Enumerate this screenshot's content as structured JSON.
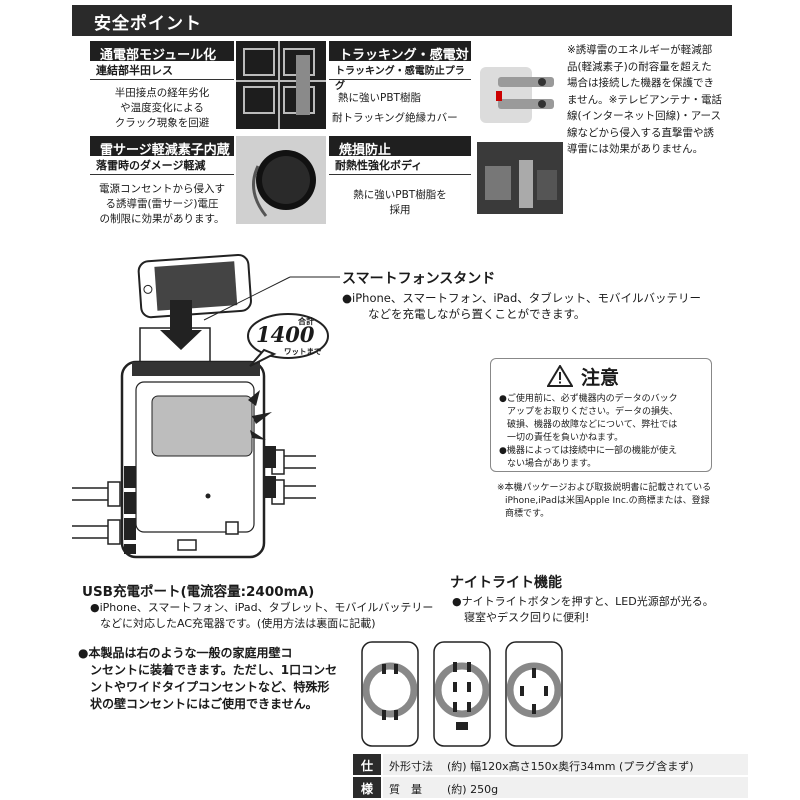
{
  "header": {
    "title": "安全ポイント"
  },
  "safety": {
    "p1": {
      "title": "通電部モジュール化",
      "sub": "連結部半田レス",
      "body": [
        "半田接点の経年劣化",
        "や温度変化による",
        "クラック現象を回避"
      ]
    },
    "p2": {
      "title": "トラッキング・感電対策",
      "sub": "トラッキング・感電防止プラグ",
      "callouts": [
        "熱に強いPBT樹脂",
        "耐トラッキング絶縁カバー"
      ]
    },
    "p3": {
      "title": "雷サージ軽減素子内蔵",
      "sub": "落雷時のダメージ軽減",
      "body": [
        "電源コンセントから侵入す",
        "る誘導雷(雷サージ)電圧",
        "の制限に効果があります。"
      ]
    },
    "p4": {
      "title": "焼損防止",
      "sub": "耐熱性強化ボディ",
      "body": [
        "熱に強いPBT樹脂を",
        "採用"
      ]
    },
    "note": [
      "※誘導雷のエネルギーが軽減部",
      "品(軽減素子)の耐容量を超えた",
      "場合は接続した機器を保護でき",
      "ません。※テレビアンテナ・電話",
      "線(インターネット回線)・アース",
      "線などから侵入する直撃雷や誘",
      "導雷には効果がありません。"
    ]
  },
  "badge": {
    "top": "合計",
    "number": "1400",
    "unit": "ワットまで"
  },
  "features": {
    "stand": {
      "title": "スマートフォンスタンド",
      "lines": [
        "●iPhone、スマートフォン、iPad、タブレット、モバイルバッテリー",
        "などを充電しながら置くことができます。"
      ]
    },
    "usb": {
      "title": "USB充電ポート(電流容量:2400mA)",
      "lines": [
        "●iPhone、スマートフォン、iPad、タブレット、モバイルバッテリー",
        "などに対応したAC充電器です。(使用方法は裏面に記載)"
      ]
    },
    "night": {
      "title": "ナイトライト機能",
      "lines": [
        "●ナイトライトボタンを押すと、LED光源部が光る。",
        "寝室やデスク回りに便利!"
      ]
    },
    "wall": [
      "●本製品は右のような一般の家庭用壁コ",
      "ンセントに装着できます。ただし、1口コンセ",
      "ントやワイドタイプコンセントなど、特殊形",
      "状の壁コンセントにはご使用できません。"
    ]
  },
  "warning": {
    "title": "注意",
    "lines": [
      "●ご使用前に、必ず機器内のデータのバック",
      "アップをお取りください。データの損失、",
      "破損、機器の故障などについて、弊社では",
      "一切の責任を負いかねます。",
      "●機器によっては接続中に一部の機能が使え",
      "ない場合があります。"
    ]
  },
  "trademark": [
    "※本機パッケージおよび取扱説明書に記載されている",
    "iPhone,iPadは米国Apple Inc.の商標または、登録",
    "商標です。"
  ],
  "spec": {
    "label_top": "仕",
    "label_bottom": "様",
    "rows": [
      {
        "key": "外形寸法",
        "value": "(約) 幅120x高さ150x奥行34mm (プラグ含まず)"
      },
      {
        "key": "質　量",
        "value": "(約) 250g"
      }
    ]
  },
  "colors": {
    "dark": "#1f1f1f",
    "light_panel": "#f0f0f0",
    "accent_gray": "#d8d8d8"
  }
}
